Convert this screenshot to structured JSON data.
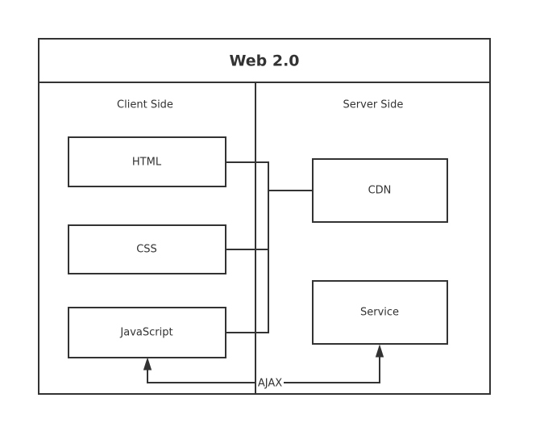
{
  "diagram": {
    "title": "Web 2.0",
    "client": {
      "label": "Client Side",
      "nodes": [
        "HTML",
        "CSS",
        "JavaScript"
      ]
    },
    "server": {
      "label": "Server Side",
      "nodes": [
        "CDN",
        "Service"
      ]
    },
    "edges": [
      {
        "from": "HTML",
        "to": "CDN"
      },
      {
        "from": "CSS",
        "to": "CDN"
      },
      {
        "from": "JavaScript",
        "to": "CDN"
      },
      {
        "from": "Service",
        "to": "JavaScript",
        "label": "AJAX",
        "bidirectional": true
      }
    ],
    "ajax_label": "AJAX"
  }
}
